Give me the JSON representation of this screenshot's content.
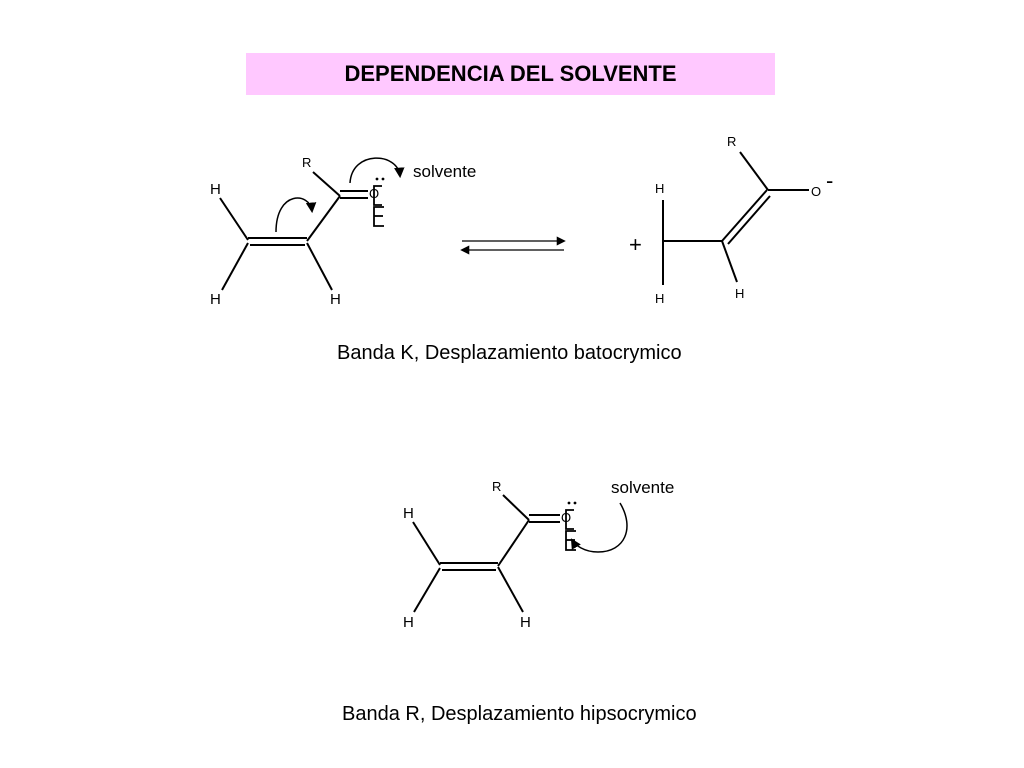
{
  "title": {
    "text": "DEPENDENCIA DEL SOLVENTE",
    "background": "#ffc8ff"
  },
  "reaction_k": {
    "reactant": {
      "atoms": {
        "h_top_left": "H",
        "h_bottom_left": "H",
        "h_bottom_mid": "H",
        "r": "R",
        "o": "O"
      },
      "solvent_label": "solvente"
    },
    "product": {
      "atoms": {
        "r": "R",
        "o": "O",
        "h_top": "H",
        "h_bottom_left": "H",
        "h_bottom_right": "H"
      },
      "charge_minus": "-",
      "charge_plus": "+"
    },
    "caption": "Banda K, Desplazamiento batocrymico"
  },
  "reaction_r": {
    "molecule": {
      "atoms": {
        "h_top_left": "H",
        "h_bottom_left": "H",
        "h_bottom_mid": "H",
        "r": "R",
        "o": "O"
      },
      "solvent_label": "solvente"
    },
    "caption": "Banda R, Desplazamiento hipsocrymico"
  }
}
